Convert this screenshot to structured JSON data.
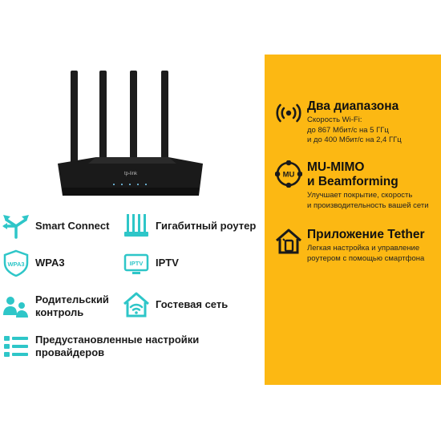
{
  "colors": {
    "panel": "#fcb813",
    "teal": "#2ec6c8",
    "router": "#1c1c1c"
  },
  "left_features": [
    {
      "label": "Smart Connect",
      "icon": "smart-connect-arrows-icon"
    },
    {
      "label": "Гигабитный роутер",
      "icon": "router-antennas-icon"
    },
    {
      "label": "WPA3",
      "icon": "wpa3-shield-icon"
    },
    {
      "label": "IPTV",
      "icon": "iptv-screen-icon"
    },
    {
      "label_lines": [
        "Родительский",
        "контроль"
      ],
      "icon": "parental-control-icon"
    },
    {
      "label": "Гостевая сеть",
      "icon": "guest-network-home-icon"
    },
    {
      "label_lines": [
        "Предустановленные настройки",
        "провайдеров"
      ],
      "icon": "preset-list-icon"
    }
  ],
  "right_features": [
    {
      "title_lines": [
        "Два диапазона"
      ],
      "desc_lines": [
        "Скорость Wi-Fi:",
        "до 867 Мбит/с на 5 ГГц",
        "и до 400 Мбит/с на 2,4 ГГц"
      ],
      "icon": "dual-band-signal-icon"
    },
    {
      "title_lines": [
        "MU-MIMO",
        "и Beamforming"
      ],
      "desc_lines": [
        "Улучшает покрытие, скорость",
        "и производительность вашей сети"
      ],
      "icon": "mu-mimo-icon",
      "icon_text": "MU"
    },
    {
      "title_lines": [
        "Приложение Tether"
      ],
      "desc_lines": [
        "Легкая настройка и управление",
        "роутером с помощью смартфона"
      ],
      "icon": "tether-app-home-icon"
    }
  ],
  "wpa3_icon_text": "WPA3",
  "iptv_icon_text": "IPTV",
  "router_brand": "tp-link"
}
